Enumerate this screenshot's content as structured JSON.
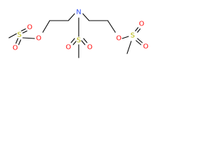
{
  "molecule": {
    "atoms": [
      {
        "symbol": "O",
        "color": "#ff0d0d"
      },
      {
        "symbol": "S",
        "color": "#b2b200"
      },
      {
        "symbol": "O",
        "color": "#ff0d0d"
      },
      {
        "symbol": "O",
        "color": "#ff0d0d"
      },
      {
        "symbol": "N",
        "color": "#3050f8"
      },
      {
        "symbol": "S",
        "color": "#b2b200"
      },
      {
        "symbol": "O",
        "color": "#ff0d0d"
      },
      {
        "symbol": "O",
        "color": "#ff0d0d"
      },
      {
        "symbol": "O",
        "color": "#ff0d0d"
      },
      {
        "symbol": "S",
        "color": "#b2b200"
      },
      {
        "symbol": "O",
        "color": "#ff0d0d"
      },
      {
        "symbol": "O",
        "color": "#ff0d0d"
      }
    ],
    "bond_color": "#000000"
  }
}
